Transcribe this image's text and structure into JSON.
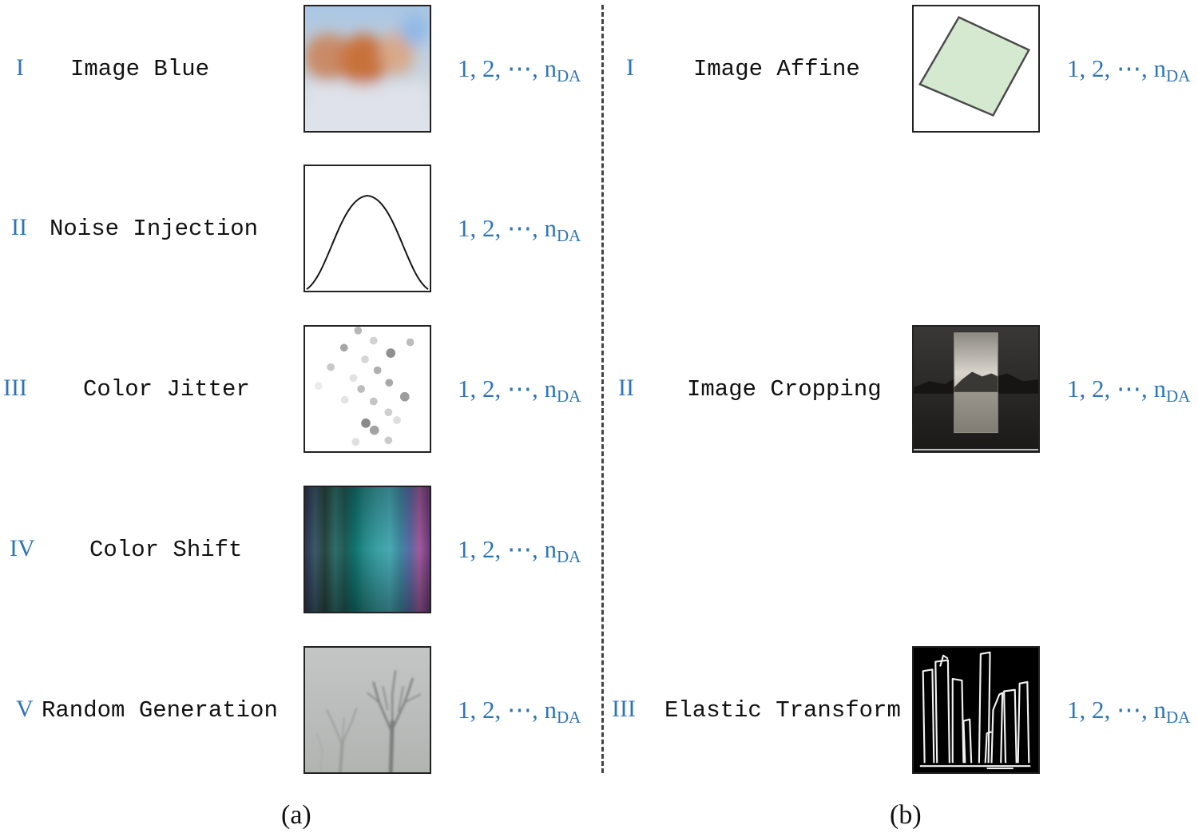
{
  "panel_a": {
    "caption": "(a)",
    "rows": [
      {
        "numeral": "I",
        "label": "Image Blue",
        "thumb_icon": "blurred-photo-icon",
        "seq": "1, 2, ⋯, n",
        "seq_sub": "DA"
      },
      {
        "numeral": "II",
        "label": "Noise Injection",
        "thumb_icon": "gaussian-curve-icon",
        "seq": "1, 2, ⋯, n",
        "seq_sub": "DA"
      },
      {
        "numeral": "III",
        "label": "Color Jitter",
        "thumb_icon": "scattered-dots-icon",
        "seq": "1, 2, ⋯, n",
        "seq_sub": "DA"
      },
      {
        "numeral": "IV",
        "label": "Color Shift",
        "thumb_icon": "color-stripes-icon",
        "seq": "1, 2, ⋯, n",
        "seq_sub": "DA"
      },
      {
        "numeral": "V",
        "label": "Random Generation",
        "thumb_icon": "foggy-trees-icon",
        "seq": "1, 2, ⋯, n",
        "seq_sub": "DA"
      }
    ]
  },
  "panel_b": {
    "caption": "(b)",
    "rows": [
      {
        "numeral": "I",
        "label": "Image Affine",
        "thumb_icon": "affine-quad-icon",
        "seq": "1, 2, ⋯, n",
        "seq_sub": "DA"
      },
      {
        "numeral": "II",
        "label": "Image Cropping",
        "thumb_icon": "cropped-landscape-icon",
        "seq": "1, 2, ⋯, n",
        "seq_sub": "DA"
      },
      {
        "numeral": "III",
        "label": "Elastic Transform",
        "thumb_icon": "elastic-edges-icon",
        "seq": "1, 2, ⋯, n",
        "seq_sub": "DA"
      }
    ]
  },
  "colors": {
    "numeral": "#2e75b6",
    "text": "#111111",
    "affine_fill": "#d5e8d0"
  }
}
